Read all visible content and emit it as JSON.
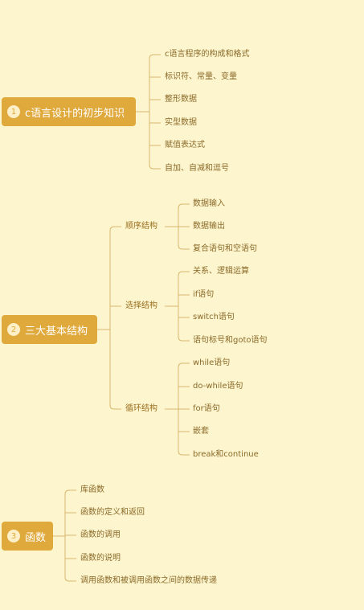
{
  "colors": {
    "background": "#fdf5cd",
    "root_fill": "#e0a93c",
    "line": "#d8b66e",
    "text": "#8a6a2a"
  },
  "topics": [
    {
      "num": "1",
      "title": "c语言设计的初步知识",
      "children": [
        {
          "label": "c语言程序的构成和格式"
        },
        {
          "label": "标识符、常量、变量"
        },
        {
          "label": "整形数据"
        },
        {
          "label": "实型数据"
        },
        {
          "label": "赋值表达式"
        },
        {
          "label": "自加、自减和逗号"
        }
      ]
    },
    {
      "num": "2",
      "title": "三大基本结构",
      "children": [
        {
          "label": "顺序结构",
          "children": [
            "数据输入",
            "数据输出",
            "复合语句和空语句"
          ]
        },
        {
          "label": "选择结构",
          "children": [
            "关系、逻辑运算",
            "if语句",
            "switch语句",
            "语句标号和goto语句"
          ]
        },
        {
          "label": "循环结构",
          "children": [
            "while语句",
            "do-while语句",
            "for语句",
            "嵌套",
            "break和continue"
          ]
        }
      ]
    },
    {
      "num": "3",
      "title": "函数",
      "children": [
        {
          "label": "库函数"
        },
        {
          "label": "函数的定义和返回"
        },
        {
          "label": "函数的调用"
        },
        {
          "label": "函数的说明"
        },
        {
          "label": "调用函数和被调用函数之间的数据传递"
        }
      ]
    }
  ]
}
